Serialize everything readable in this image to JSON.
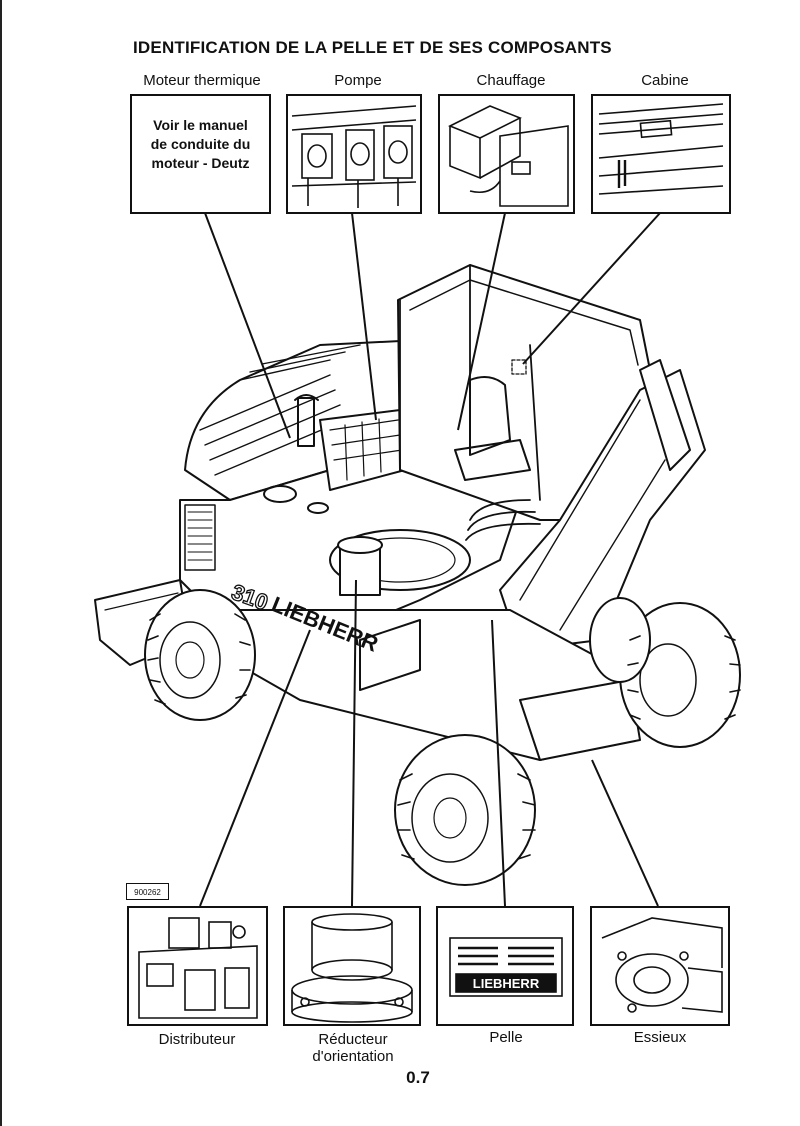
{
  "page": {
    "title": "IDENTIFICATION DE LA PELLE ET DE SES COMPOSANTS",
    "page_number": "0.7",
    "figure_ref": "900262"
  },
  "top_components": [
    {
      "label": "Moteur thermique"
    },
    {
      "label": "Pompe"
    },
    {
      "label": "Chauffage"
    },
    {
      "label": "Cabine"
    }
  ],
  "engine_note": {
    "line1": "Voir le manuel",
    "line2": "de conduite du",
    "line3": "moteur - Deutz"
  },
  "bottom_components": [
    {
      "label": "Distributeur"
    },
    {
      "label_line1": "Réducteur",
      "label_line2": "d'orientation"
    },
    {
      "label": "Pelle"
    },
    {
      "label": "Essieux"
    }
  ],
  "brand_plate_text": "LIEBHERR",
  "model_badge": "310"
}
